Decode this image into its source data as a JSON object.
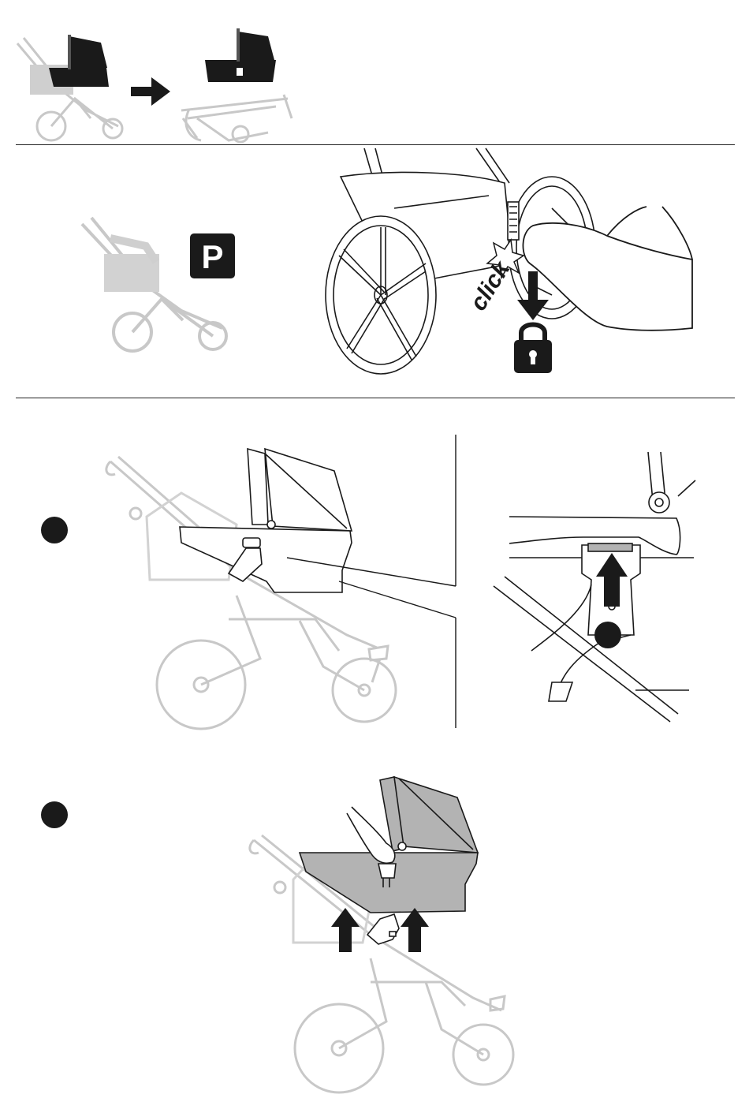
{
  "parking_badge": {
    "letter": "P"
  },
  "click_label": "click",
  "icons": {
    "arrow_right": "arrow-right-icon",
    "parking": "parking-brake-icon",
    "lock": "lock-icon",
    "arrow_down": "arrow-down-icon",
    "arrow_up": "arrow-up-icon"
  },
  "colors": {
    "ink": "#1a1a1a",
    "grey_fill": "#b3b3b3",
    "light_line": "#c8c8c8",
    "mid_grey": "#9a9a9a",
    "white": "#ffffff"
  },
  "steps": [
    {
      "name": "step-1"
    },
    {
      "name": "step-2"
    }
  ]
}
